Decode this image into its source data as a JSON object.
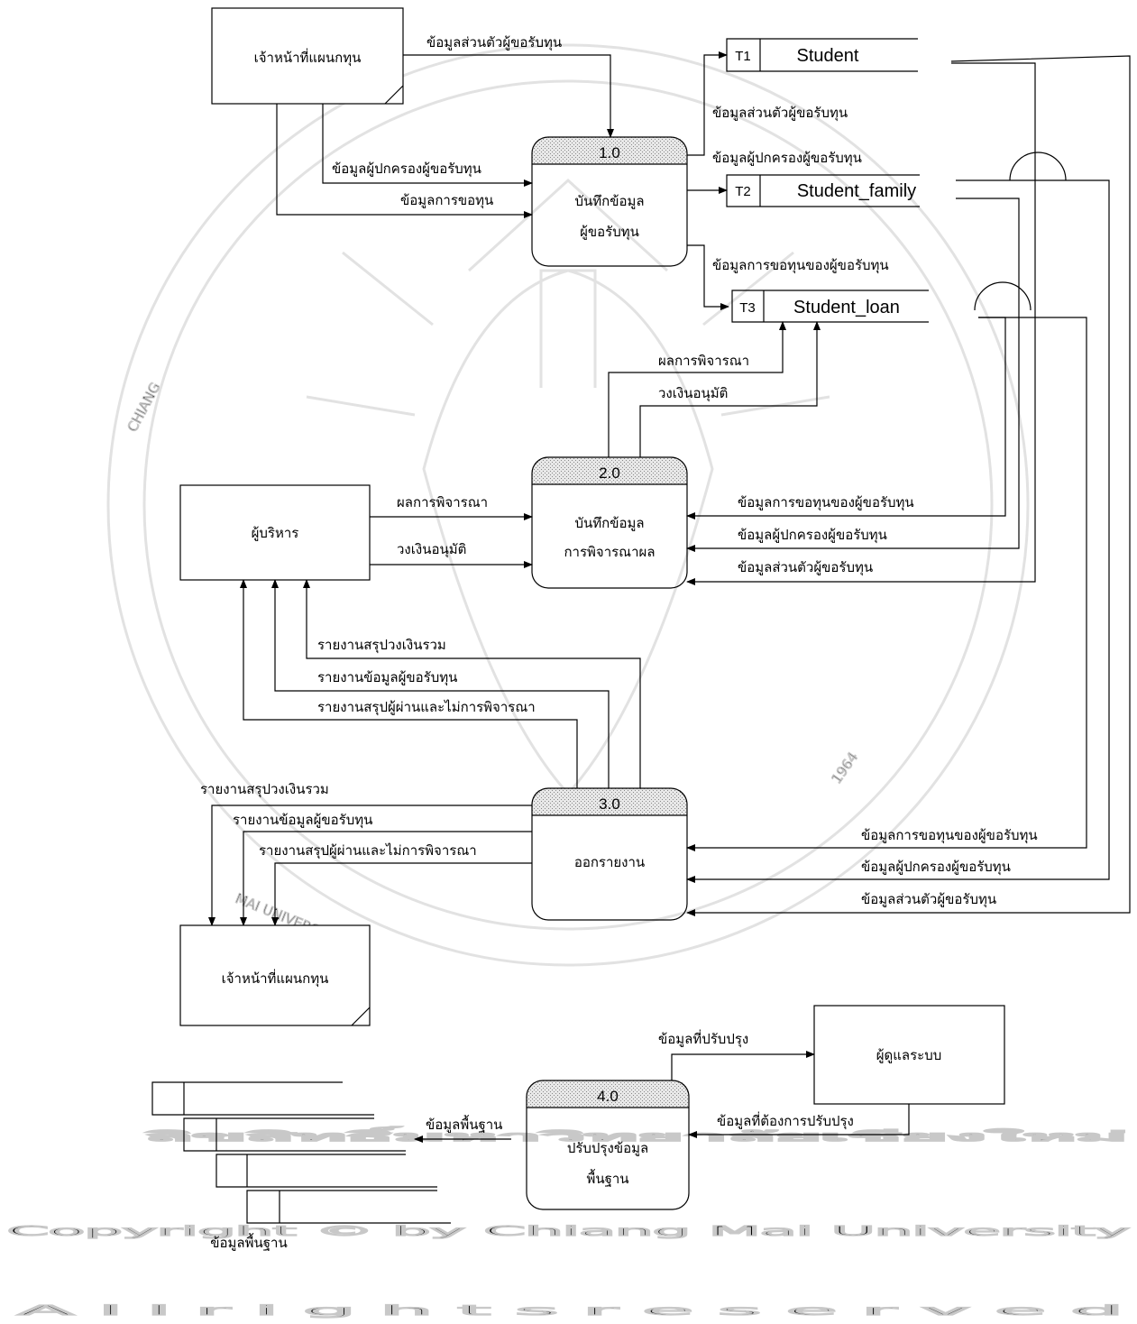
{
  "externals": {
    "officer_top": "เจ้าหน้าที่แผนกทุน",
    "executive": "ผู้บริหาร",
    "officer_bottom": "เจ้าหน้าที่แผนกทุน",
    "admin": "ผู้ดูแลระบบ"
  },
  "processes": {
    "p1": {
      "id": "1.0",
      "line1": "บันทึกข้อมูล",
      "line2": "ผู้ขอรับทุน"
    },
    "p2": {
      "id": "2.0",
      "line1": "บันทึกข้อมูล",
      "line2": "การพิจารณาผล"
    },
    "p3": {
      "id": "3.0",
      "line1": "ออกรายงาน"
    },
    "p4": {
      "id": "4.0",
      "line1": "ปรับปรุงข้อมูล",
      "line2": "พื้นฐาน"
    }
  },
  "stores": {
    "t1": {
      "id": "T1",
      "name": "Student"
    },
    "t2": {
      "id": "T2",
      "name": "Student_family"
    },
    "t3": {
      "id": "T3",
      "name": "Student_loan"
    },
    "basic": "ข้อมูลพื้นฐาน"
  },
  "flows": {
    "personal": "ข้อมูลส่วนตัวผู้ขอรับทุน",
    "parent": "ข้อมูลผู้ปกครองผู้ขอรับทุน",
    "request": "ข้อมูลการขอทุน",
    "loan_of_applicant": "ข้อมูลการขอทุนของผู้ขอรับทุน",
    "result": "ผลการพิจารณา",
    "amount": "วงเงินอนุมัติ",
    "rpt_total": "รายงานสรุปวงเงินรวม",
    "rpt_applicant": "รายงานข้อมูลผู้ขอรับทุน",
    "rpt_passfail": "รายงานสรุปผู้ผ่านและไม่การพิจารณา",
    "updated": "ข้อมูลที่ปรับปรุง",
    "to_update": "ข้อมูลที่ต้องการปรับปรุง",
    "basic": "ข้อมูลพื้นฐาน"
  },
  "watermark": {
    "line1": "ลิขสิทธิ์มหาวิทยาลัยเชียงใหม่",
    "line2": "Copyright © by Chiang Mai University",
    "line3": "A l l   r i g h t s   r e s e r v e d",
    "seal_left": "CHIANG",
    "seal_bottom": "MAI UNIVERSITY",
    "seal_year": "1964"
  }
}
